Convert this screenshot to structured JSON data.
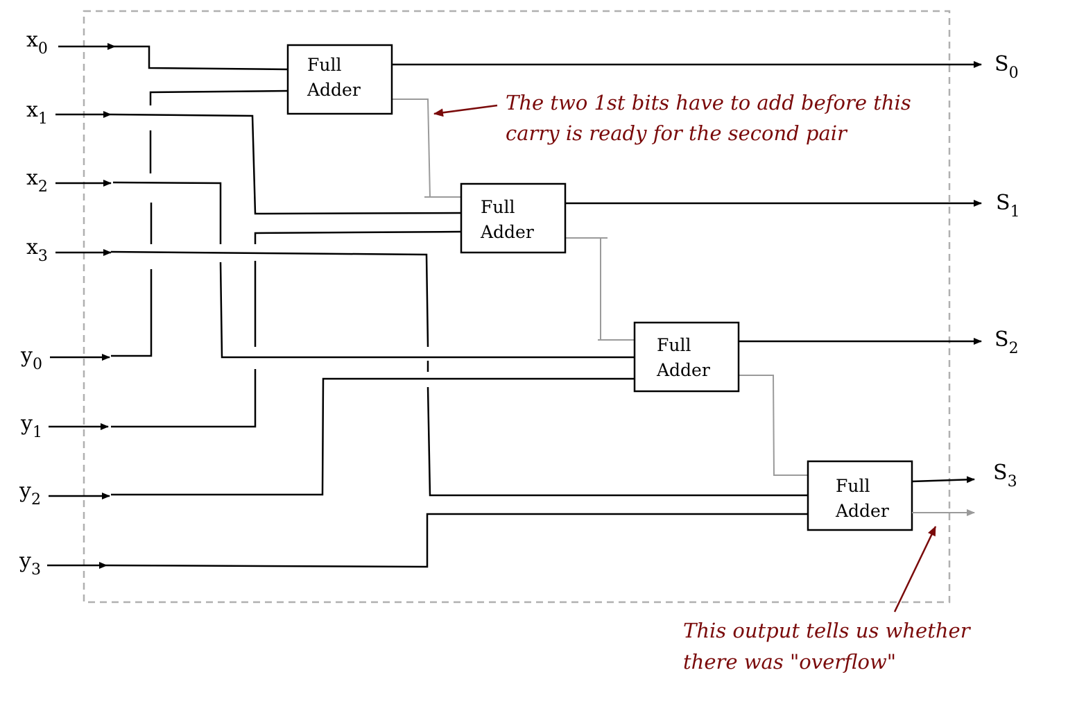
{
  "inputs": {
    "x": [
      {
        "base": "x",
        "sub": "0"
      },
      {
        "base": "x",
        "sub": "1"
      },
      {
        "base": "x",
        "sub": "2"
      },
      {
        "base": "x",
        "sub": "3"
      }
    ],
    "y": [
      {
        "base": "y",
        "sub": "0"
      },
      {
        "base": "y",
        "sub": "1"
      },
      {
        "base": "y",
        "sub": "2"
      },
      {
        "base": "y",
        "sub": "3"
      }
    ]
  },
  "outputs": [
    {
      "base": "S",
      "sub": "0"
    },
    {
      "base": "S",
      "sub": "1"
    },
    {
      "base": "S",
      "sub": "2"
    },
    {
      "base": "S",
      "sub": "3"
    }
  ],
  "adders": [
    {
      "line1": "Full",
      "line2": "Adder"
    },
    {
      "line1": "Full",
      "line2": "Adder"
    },
    {
      "line1": "Full",
      "line2": "Adder"
    },
    {
      "line1": "Full",
      "line2": "Adder"
    }
  ],
  "annotations": {
    "carry_note": {
      "line1": "The two 1st bits have to add before this",
      "line2": "carry is ready for the second pair"
    },
    "overflow_note": {
      "line1": "This output tells us whether",
      "line2": "there was \"overflow\""
    }
  },
  "colors": {
    "annotation": "#7a0a0a",
    "carry_wire": "#9a9a9a",
    "frame": "#b0b0b0",
    "wire": "#000000"
  }
}
